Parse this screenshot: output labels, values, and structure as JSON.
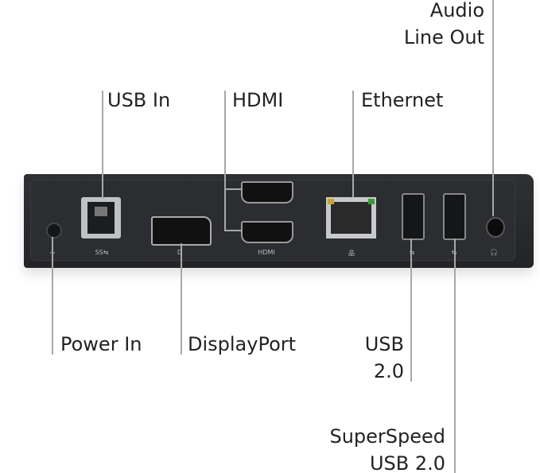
{
  "labels": {
    "audio": [
      "Audio",
      "Line Out"
    ],
    "usb_in": "USB In",
    "hdmi": "HDMI",
    "ethernet": "Ethernet",
    "power_in": "Power In",
    "displayport": "DisplayPort",
    "usb20": [
      "USB",
      "2.0"
    ],
    "superspeed": [
      "SuperSpeed",
      "USB 2.0"
    ]
  },
  "port_markings": {
    "hdmi": "HDMI",
    "usb_in": "SS⇆",
    "power": "⎓",
    "displayport": "D",
    "ethernet": "品",
    "usb": "⇆",
    "audio": "🎧"
  },
  "colors": {
    "device": "#2b2d30",
    "leader_line": "#a8a8a8",
    "text": "#222222"
  }
}
